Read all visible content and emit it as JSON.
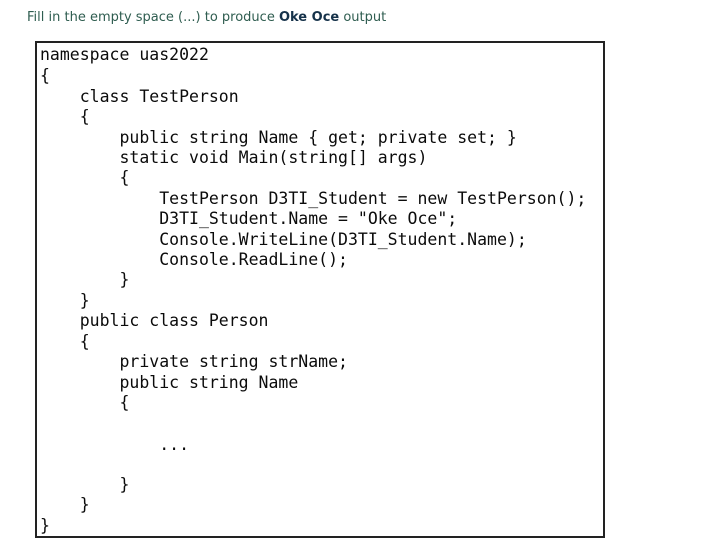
{
  "instruction": {
    "prefix": "Fill in the empty space (...) to produce ",
    "highlight": "Oke Oce",
    "suffix": " output"
  },
  "code_lines": [
    "namespace uas2022",
    "{",
    "    class TestPerson",
    "    {",
    "        public string Name { get; private set; }",
    "        static void Main(string[] args)",
    "        {",
    "            TestPerson D3TI_Student = new TestPerson();",
    "            D3TI_Student.Name = \"Oke Oce\";",
    "            Console.WriteLine(D3TI_Student.Name);",
    "            Console.ReadLine();",
    "        }",
    "    }",
    "    public class Person",
    "    {",
    "        private string strName;",
    "        public string Name",
    "        {",
    "",
    "            ...",
    "",
    "        }",
    "    }",
    "}"
  ]
}
